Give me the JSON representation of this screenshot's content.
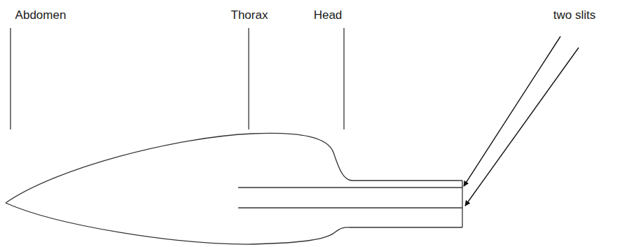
{
  "diagram": {
    "labels": [
      "Abdomen",
      "Thorax",
      "Head",
      "two slits"
    ]
  }
}
